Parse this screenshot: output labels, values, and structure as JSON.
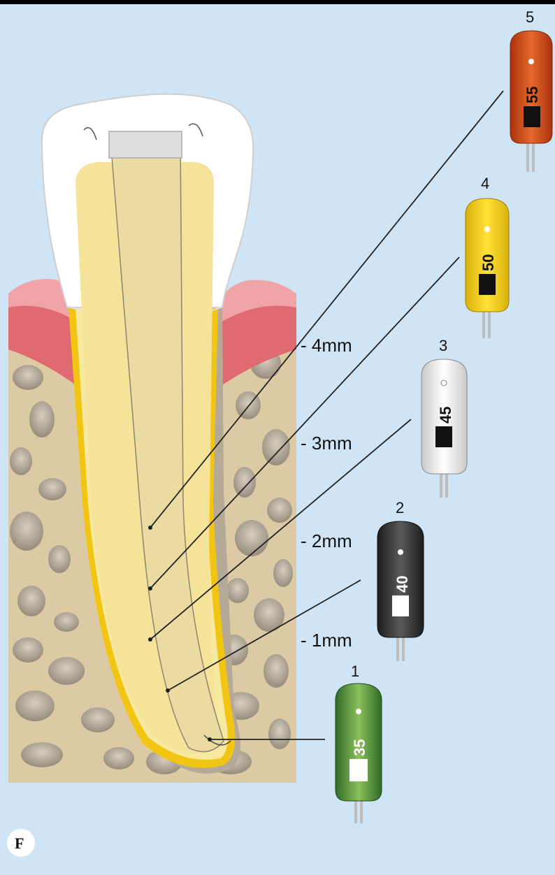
{
  "figure": {
    "panel_letter": "F",
    "depth_marks": [
      "4mm",
      "3mm",
      "2mm",
      "1mm"
    ],
    "files": [
      {
        "step": "1",
        "size": "35",
        "color": "#4f8a3a"
      },
      {
        "step": "2",
        "size": "40",
        "color": "#3a3a3a"
      },
      {
        "step": "3",
        "size": "45",
        "color": "#f2f2f2"
      },
      {
        "step": "4",
        "size": "50",
        "color": "#f3d02a"
      },
      {
        "step": "5",
        "size": "55",
        "color": "#d9541f"
      }
    ]
  }
}
